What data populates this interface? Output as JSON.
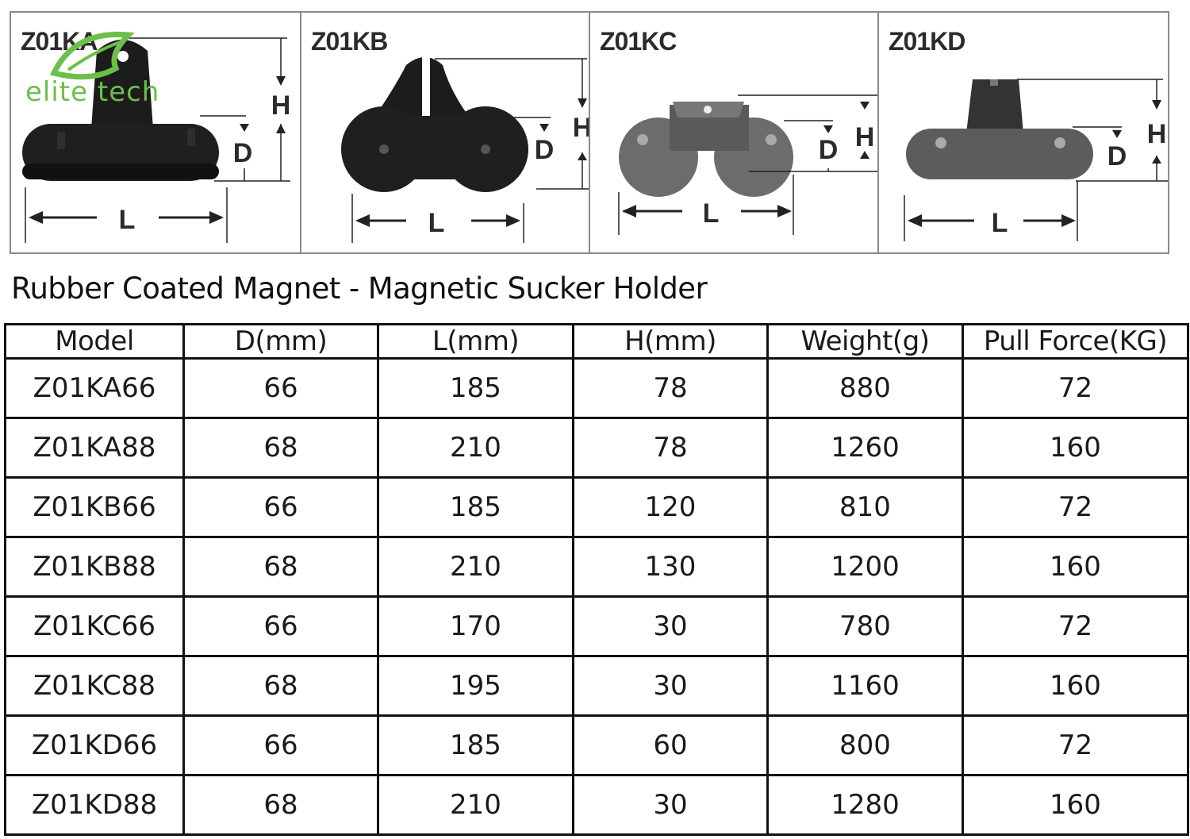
{
  "logo": {
    "text": "elite tech",
    "color": "#6cc04a"
  },
  "diagrams": [
    {
      "model": "Z01KA",
      "dims": {
        "h": "H",
        "d": "D",
        "l": "L"
      }
    },
    {
      "model": "Z01KB",
      "dims": {
        "h": "H",
        "d": "D",
        "l": "L"
      }
    },
    {
      "model": "Z01KC",
      "dims": {
        "h": "H",
        "d": "D",
        "l": "L"
      }
    },
    {
      "model": "Z01KD",
      "dims": {
        "h": "H",
        "d": "D",
        "l": "L"
      }
    }
  ],
  "title": "Rubber Coated Magnet - Magnetic Sucker Holder",
  "table": {
    "headers": [
      "Model",
      "D(mm)",
      "L(mm)",
      "H(mm)",
      "Weight(g)",
      "Pull Force(KG)"
    ],
    "rows": [
      [
        "Z01KA66",
        "66",
        "185",
        "78",
        "880",
        "72"
      ],
      [
        "Z01KA88",
        "68",
        "210",
        "78",
        "1260",
        "160"
      ],
      [
        "Z01KB66",
        "66",
        "185",
        "120",
        "810",
        "72"
      ],
      [
        "Z01KB88",
        "68",
        "210",
        "130",
        "1200",
        "160"
      ],
      [
        "Z01KC66",
        "66",
        "170",
        "30",
        "780",
        "72"
      ],
      [
        "Z01KC88",
        "68",
        "195",
        "30",
        "1160",
        "160"
      ],
      [
        "Z01KD66",
        "66",
        "185",
        "60",
        "800",
        "72"
      ],
      [
        "Z01KD88",
        "68",
        "210",
        "30",
        "1280",
        "160"
      ]
    ]
  }
}
